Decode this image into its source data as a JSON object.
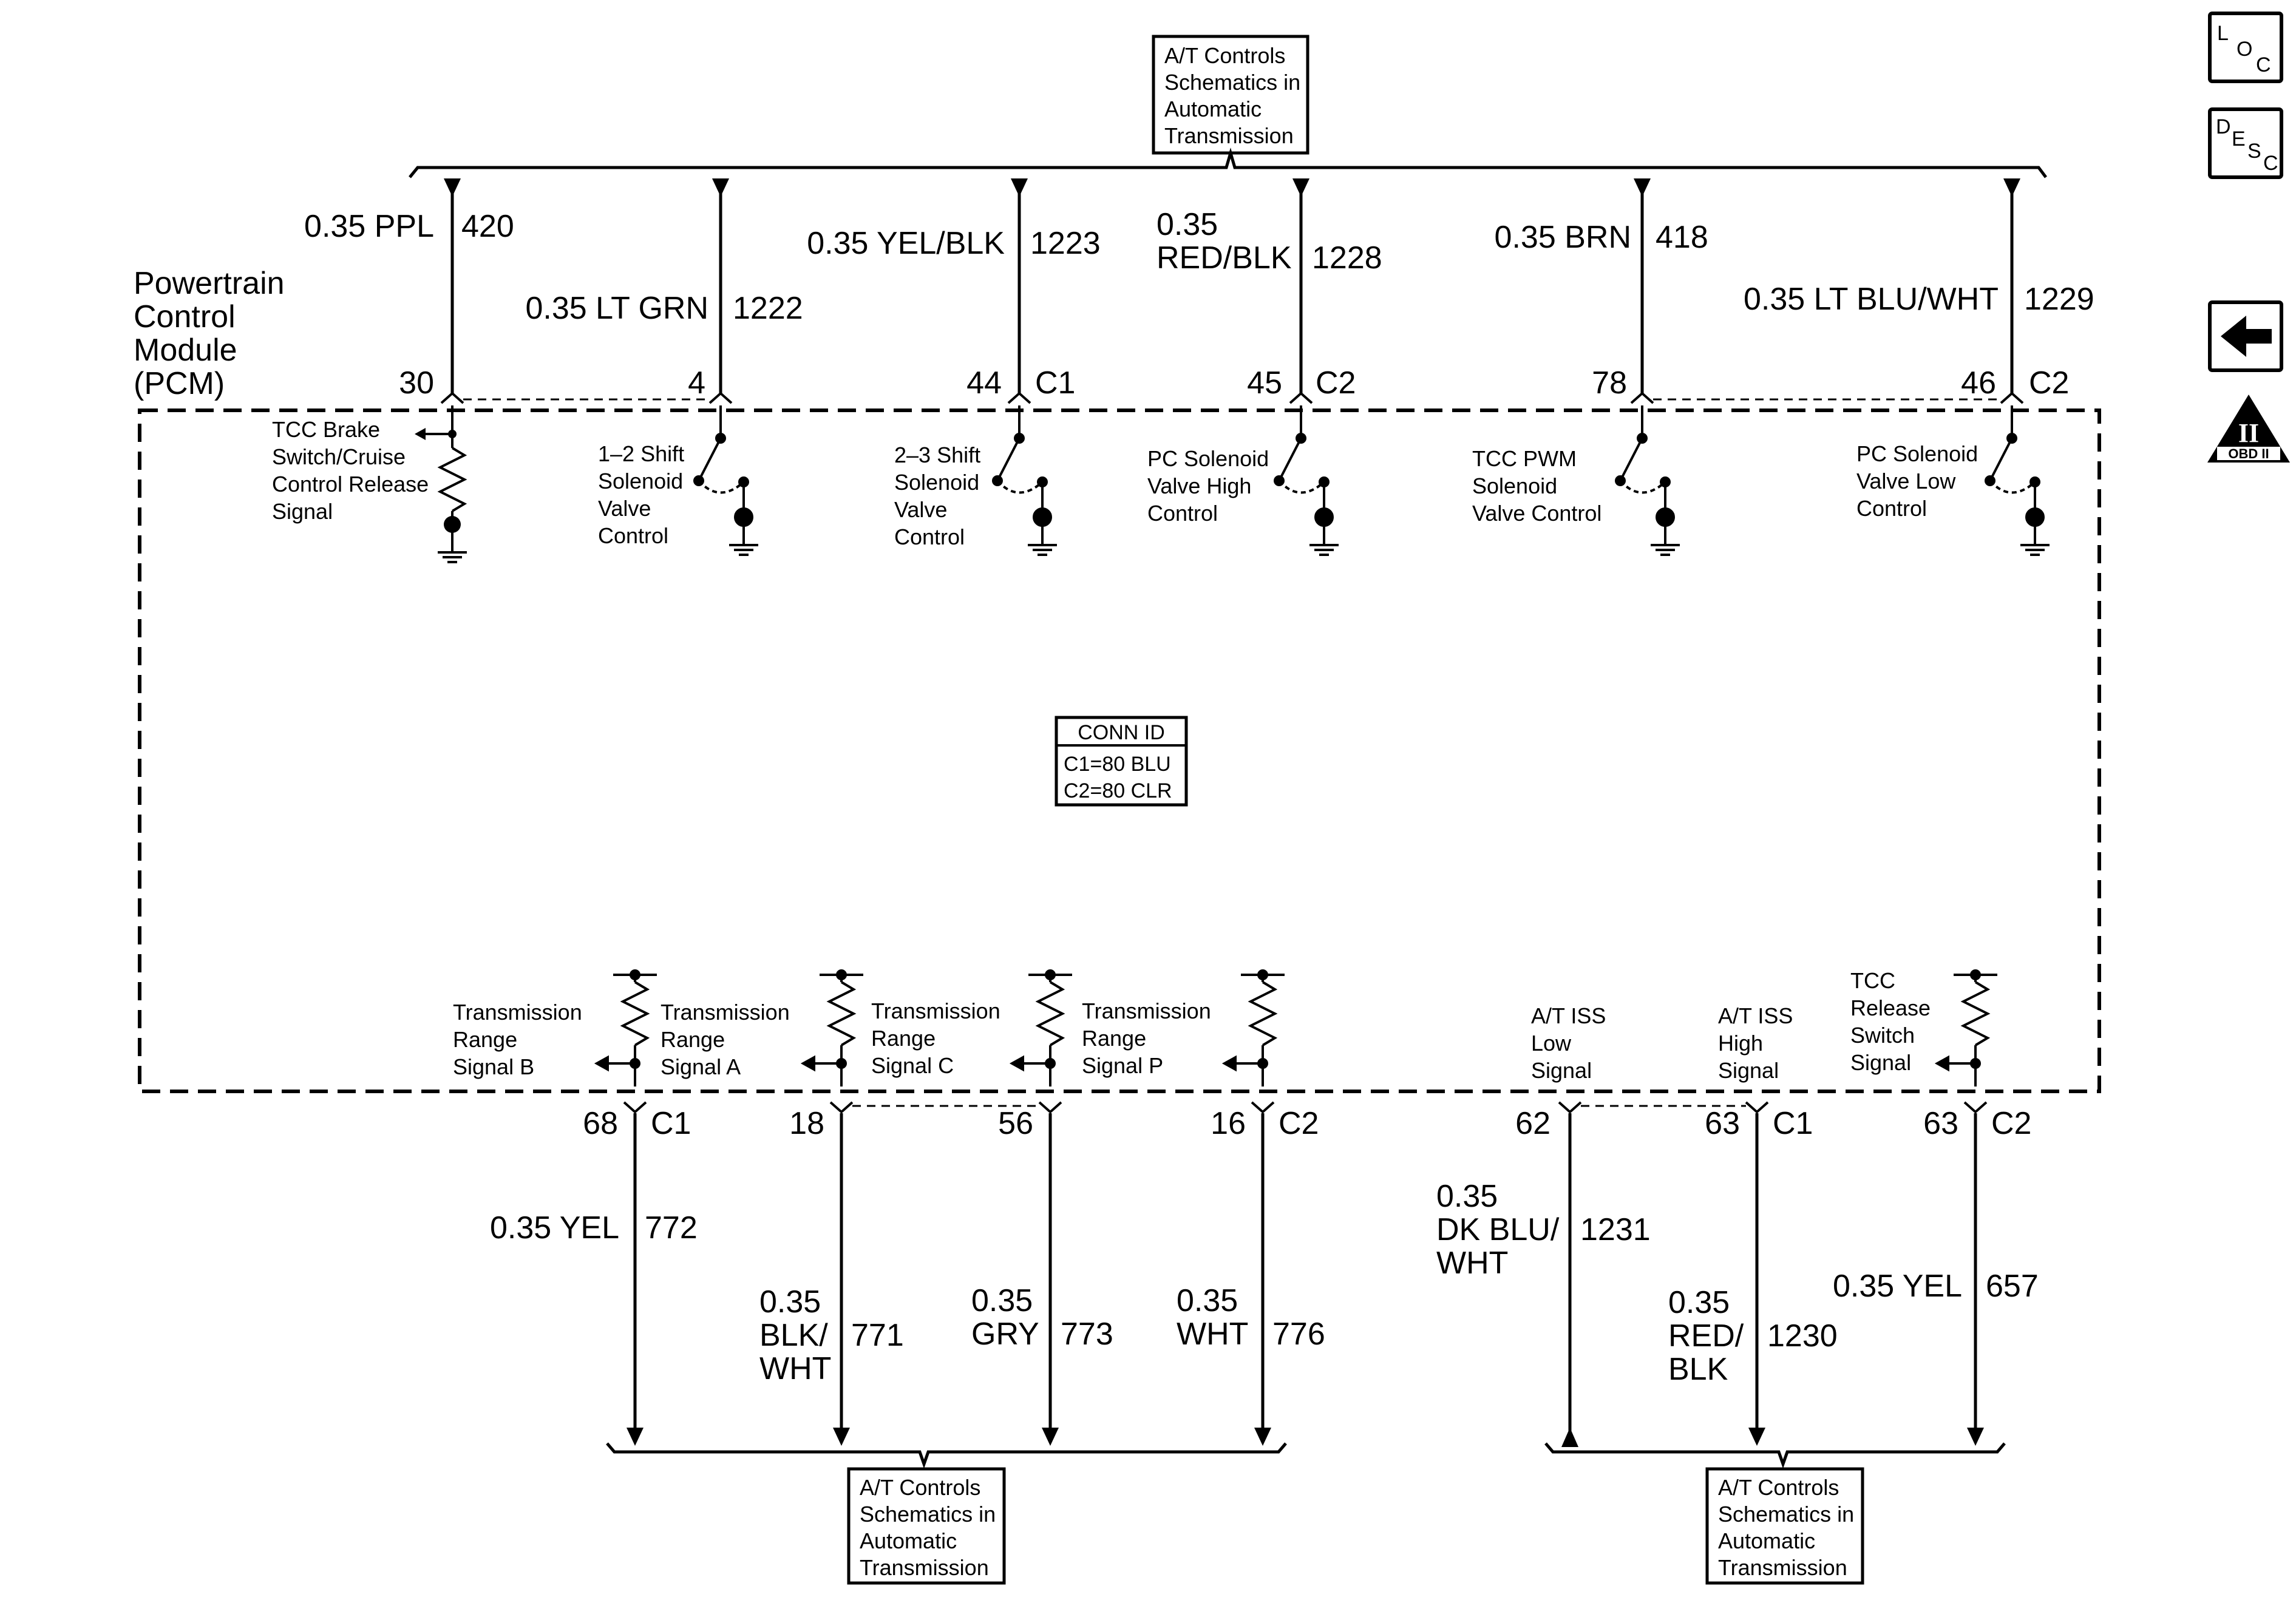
{
  "pcm_label": [
    "Powertrain",
    "Control",
    "Module",
    "(PCM)"
  ],
  "top_ref_box": [
    "A/T Controls",
    "Schematics in",
    "Automatic",
    "Transmission"
  ],
  "bottom_left_ref_box": [
    "A/T Controls",
    "Schematics in",
    "Automatic",
    "Transmission"
  ],
  "bottom_right_ref_box": [
    "A/T Controls",
    "Schematics in",
    "Automatic",
    "Transmission"
  ],
  "conn_id": {
    "title": "CONN ID",
    "lines": [
      "C1=80 BLU",
      "C2=80 CLR"
    ]
  },
  "side_nav": {
    "loc": [
      "L",
      "O",
      "C"
    ],
    "desc": [
      "D",
      "E",
      "S",
      "C"
    ],
    "obd_roman": "II",
    "obd_text": "OBD II"
  },
  "top_wires": [
    {
      "pin": "30",
      "conn": "",
      "color": [
        "0.35 PPL"
      ],
      "circuit": "420",
      "desc": [
        "TCC Brake",
        "Switch/Cruise",
        "Control Release",
        "Signal"
      ]
    },
    {
      "pin": "4",
      "conn": "",
      "color": [
        "0.35 LT GRN"
      ],
      "circuit": "1222",
      "desc": [
        "1–2 Shift",
        "Solenoid",
        "Valve",
        "Control"
      ]
    },
    {
      "pin": "44",
      "conn": "C1",
      "color": [
        "0.35 YEL/BLK"
      ],
      "circuit": "1223",
      "desc": [
        "2–3 Shift",
        "Solenoid",
        "Valve",
        "Control"
      ]
    },
    {
      "pin": "45",
      "conn": "C2",
      "color": [
        "0.35",
        "RED/BLK"
      ],
      "circuit": "1228",
      "desc": [
        "PC Solenoid",
        "Valve High",
        "Control"
      ]
    },
    {
      "pin": "78",
      "conn": "",
      "color": [
        "0.35 BRN"
      ],
      "circuit": "418",
      "desc": [
        "TCC PWM",
        "Solenoid",
        "Valve Control"
      ]
    },
    {
      "pin": "46",
      "conn": "C2",
      "color": [
        "0.35 LT BLU/WHT"
      ],
      "circuit": "1229",
      "desc": [
        "PC Solenoid",
        "Valve Low",
        "Control"
      ]
    }
  ],
  "bottom_wires": [
    {
      "pin": "68",
      "conn": "C1",
      "color": [
        "0.35 YEL"
      ],
      "circuit": "772",
      "desc": [
        "Transmission",
        "Range",
        "Signal B"
      ]
    },
    {
      "pin": "18",
      "conn": "",
      "color": [
        "0.35",
        "BLK/",
        "WHT"
      ],
      "circuit": "771",
      "desc": [
        "Transmission",
        "Range",
        "Signal A"
      ]
    },
    {
      "pin": "56",
      "conn": "",
      "color": [
        "0.35",
        "GRY"
      ],
      "circuit": "773",
      "desc": [
        "Transmission",
        "Range",
        "Signal C"
      ]
    },
    {
      "pin": "16",
      "conn": "C2",
      "color": [
        "0.35",
        "WHT"
      ],
      "circuit": "776",
      "desc": [
        "Transmission",
        "Range",
        "Signal P"
      ]
    },
    {
      "pin": "62",
      "conn": "",
      "color": [
        "0.35",
        "DK BLU/",
        "WHT"
      ],
      "circuit": "1231",
      "desc": [
        "A/T ISS",
        "Low",
        "Signal"
      ]
    },
    {
      "pin": "63",
      "conn": "C1",
      "color": [
        "0.35",
        "RED/",
        "BLK"
      ],
      "circuit": "1230",
      "desc": [
        "A/T ISS",
        "High",
        "Signal"
      ]
    },
    {
      "pin": "63",
      "conn": "C2",
      "color": [
        "0.35 YEL"
      ],
      "circuit": "657",
      "desc": [
        "TCC",
        "Release",
        "Switch",
        "Signal"
      ]
    }
  ]
}
